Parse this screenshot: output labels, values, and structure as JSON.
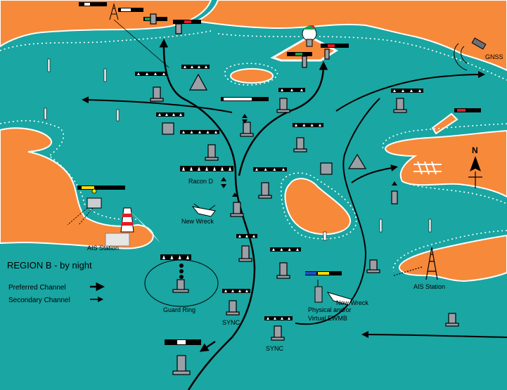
{
  "colors": {
    "sea": "#1aa6a3",
    "land": "#f7893a",
    "land_stroke": "#ffffff",
    "buoy": "#9aa0a6",
    "tower": "#8b949b",
    "channel_line": "#000000",
    "red": "#e21d26",
    "green": "#19a34a",
    "light_yellow": "#ffe000",
    "ais_blue": "#1c52c8"
  },
  "legend": {
    "title": "REGION B - by night",
    "preferred": "Preferred  Channel",
    "secondary": "Secondary Channel"
  },
  "labels": {
    "gnss": "GNSS",
    "racon": "Racon  D",
    "new_wreck_left": "New Wreck",
    "ais_station_left": "AIS Station",
    "guard_ring": "Guard Ring",
    "sync_left": "SYNC",
    "sync_right": "SYNC",
    "physical_line1": "Physical  and/or",
    "physical_line2": "Virtual  EWMB",
    "new_wreck_right": "New Wreck",
    "ais_station_right": "AIS Station",
    "north": "N"
  },
  "icons": {
    "lighthouse": "lighthouse-icon",
    "satellite": "satellite-icon",
    "radar": "radar-dish-icon",
    "ais_tower": "radio-tower-icon",
    "wreck": "wreck-icon",
    "north_arrow": "north-arrow-icon"
  }
}
